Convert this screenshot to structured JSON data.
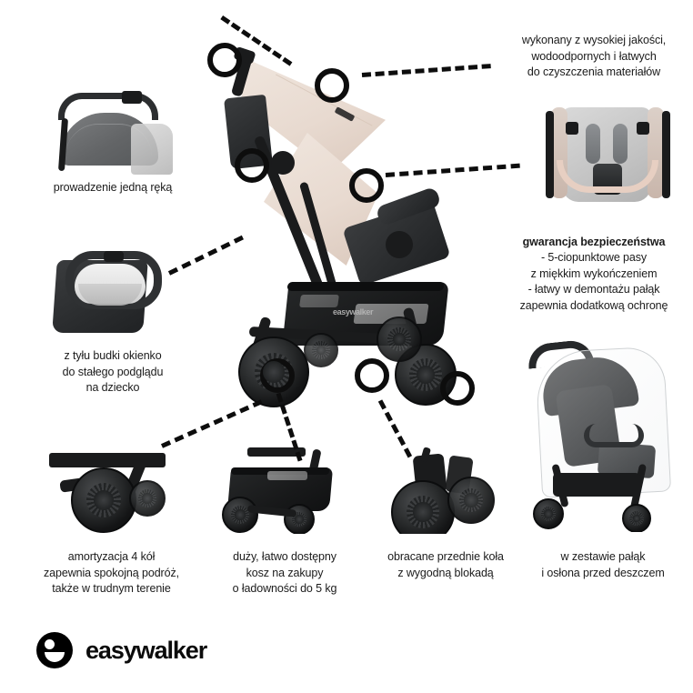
{
  "brand": {
    "name": "easywalker",
    "logo_icon": "easywalker-smiley-mark"
  },
  "accent_colors": {
    "text": "#1b1b1b",
    "callout": "#0d0d0d",
    "canopy_blush": "#e8dad0",
    "frame_black": "#1a1b1c",
    "fabric_grey": "#636567"
  },
  "features": [
    {
      "id": "one-hand",
      "text": "prowadzenie jedną ręką",
      "image_alt": "stroller-canopy-one-hand-steering",
      "position": "left-top"
    },
    {
      "id": "rear-window",
      "text": "z tyłu budki okienko\ndo stałego podglądu\nna dziecko",
      "image_alt": "canopy-rear-peekaboo-window",
      "position": "left-middle"
    },
    {
      "id": "materials",
      "text": "wykonany z wysokiej jakości,\nwodoodpornych i łatwych\ndo czyszczenia materiałów",
      "position": "right-top"
    },
    {
      "id": "safety",
      "heading": "gwarancja bezpieczeństwa",
      "text": "- 5-ciopunktowe pasy\nz miękkim wykończeniem\n- łatwy w demontażu pałąk\nzapewnia dodatkową ochronę",
      "image_alt": "seat-top-view-5-point-harness-bumper-bar",
      "position": "right-middle"
    },
    {
      "id": "suspension",
      "text": "amortyzacja 4 kół\nzapewnia spokojną podróż,\ntakże w trudnym terenie",
      "image_alt": "rear-wheel-suspension-closeup",
      "position": "bottom-1"
    },
    {
      "id": "basket",
      "text": "duży, łatwo dostępny\nkosz na zakupy\no ładowności do 5 kg",
      "image_alt": "large-shopping-basket",
      "position": "bottom-2"
    },
    {
      "id": "swivel-wheels",
      "text": "obracane przednie koła\nz wygodną blokadą",
      "image_alt": "front-swivel-wheels-with-lock",
      "position": "bottom-3"
    },
    {
      "id": "rain-cover",
      "text": "w zestawie pałąk\ni osłona przed deszczem",
      "image_alt": "stroller-with-rain-cover",
      "position": "bottom-4"
    }
  ],
  "hero": {
    "image_alt": "easywalker-buggy-side-view-blush-canopy",
    "logo_on_frame": "easywalker"
  },
  "callouts": [
    {
      "id": "callout-handle",
      "target": "one-hand"
    },
    {
      "id": "callout-canopy",
      "target": "materials"
    },
    {
      "id": "callout-rear-window",
      "target": "rear-window"
    },
    {
      "id": "callout-seat",
      "target": "safety"
    },
    {
      "id": "callout-rear-wheel",
      "target": "suspension"
    },
    {
      "id": "callout-basket",
      "target": "basket"
    },
    {
      "id": "callout-front-wheel",
      "target": "swivel-wheels"
    }
  ]
}
